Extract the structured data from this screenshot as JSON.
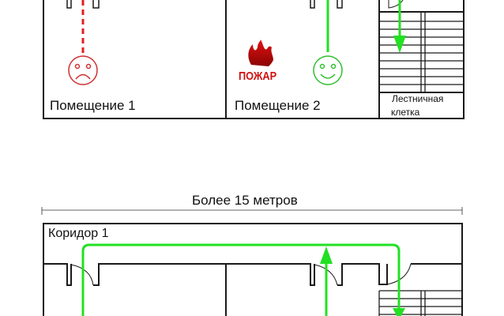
{
  "top_plan": {
    "room1_label": "Помещение 1",
    "room2_label": "Помещение 2",
    "stair_label_line1": "Лестничная",
    "stair_label_line2": "клетка",
    "fire_label": "ПОЖАР"
  },
  "bottom_plan": {
    "dimension_label": "Более 15 метров",
    "corridor_label": "Коридор 1"
  },
  "colors": {
    "wall": "#1a1a1a",
    "safe_path": "#22e022",
    "blocked_path": "#e02020",
    "fire": "#c01010"
  }
}
